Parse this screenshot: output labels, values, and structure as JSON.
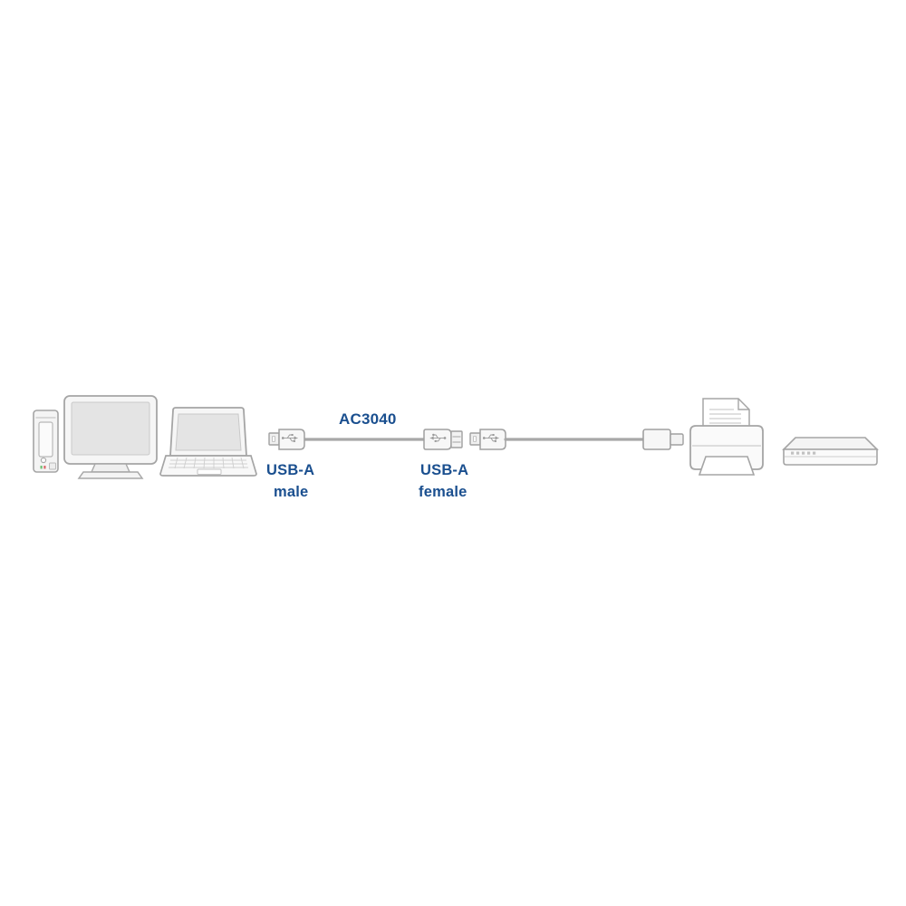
{
  "diagram": {
    "type": "connection-diagram",
    "subject": "USB-A extension cable connection between computers and peripherals",
    "background_color": "#ffffff",
    "label_color": "#1a4f8f",
    "outline_color": "#9a9a9a",
    "fill_light": "#f2f2f2",
    "fill_screen": "#e2e2e2",
    "cable_color": "#a8a8a8"
  },
  "labels": {
    "product_code": "AC3040",
    "left_connector_type": "USB-A",
    "left_connector_gender": "male",
    "right_connector_type": "USB-A",
    "right_connector_gender": "female"
  },
  "devices": {
    "source_group_name": "computers",
    "items": [
      {
        "name": "desktop-tower",
        "label": ""
      },
      {
        "name": "monitor",
        "label": ""
      },
      {
        "name": "laptop",
        "label": ""
      },
      {
        "name": "printer",
        "label": ""
      },
      {
        "name": "network-device",
        "label": ""
      }
    ]
  },
  "connectors": {
    "plug_left": {
      "name": "usb-a-male-plug",
      "symbol": "usb-trident"
    },
    "socket_mid": {
      "name": "usb-a-female-socket",
      "symbol": "usb-trident"
    },
    "plug_mid": {
      "name": "usb-a-male-plug",
      "symbol": "usb-trident"
    },
    "plug_right": {
      "name": "usb-b-device-plug",
      "symbol": "none"
    }
  },
  "cable_segments": [
    {
      "name": "extension-cable",
      "from": "usb-a-male-plug",
      "to": "usb-a-female-socket"
    },
    {
      "name": "device-cable",
      "from": "usb-a-male-plug-2",
      "to": "usb-b-device-plug"
    }
  ]
}
